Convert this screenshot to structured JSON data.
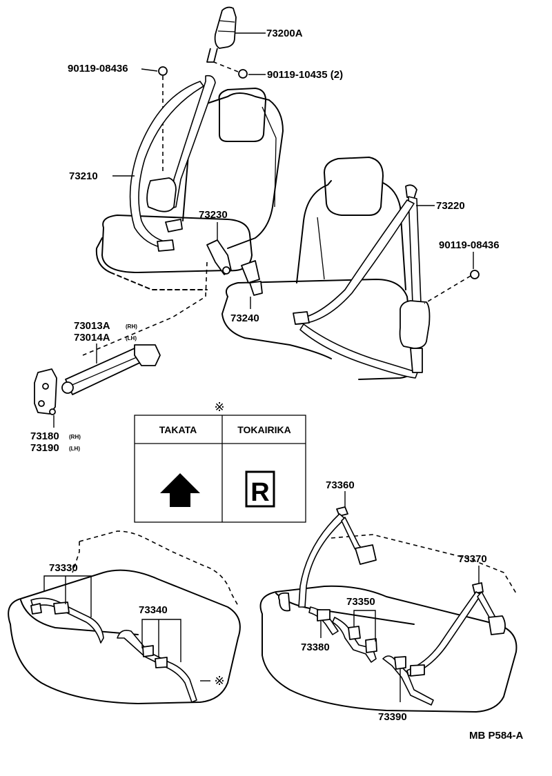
{
  "labels": {
    "p73200A": "73200A",
    "p90119_08436_top": "90119-08436",
    "p90119_10435": "90119-10435 (2)",
    "p73210": "73210",
    "p73230": "73230",
    "p73220": "73220",
    "p90119_08436_right": "90119-08436",
    "p73240": "73240",
    "p73013A": "73013A",
    "p73013A_side": "(RH)",
    "p73014A": "73014A",
    "p73014A_side": "(LH)",
    "p73180": "73180",
    "p73180_side": "(RH)",
    "p73190": "73190",
    "p73190_side": "(LH)",
    "p73360": "73360",
    "p73370": "73370",
    "p73330": "73330",
    "p73340": "73340",
    "p73350": "73350",
    "p73380": "73380",
    "p73390": "73390",
    "diagram_code": "MB P584-A"
  },
  "note_mark": "※",
  "maker_table": {
    "col1": "TAKATA",
    "col2": "TOKAIRIKA"
  }
}
